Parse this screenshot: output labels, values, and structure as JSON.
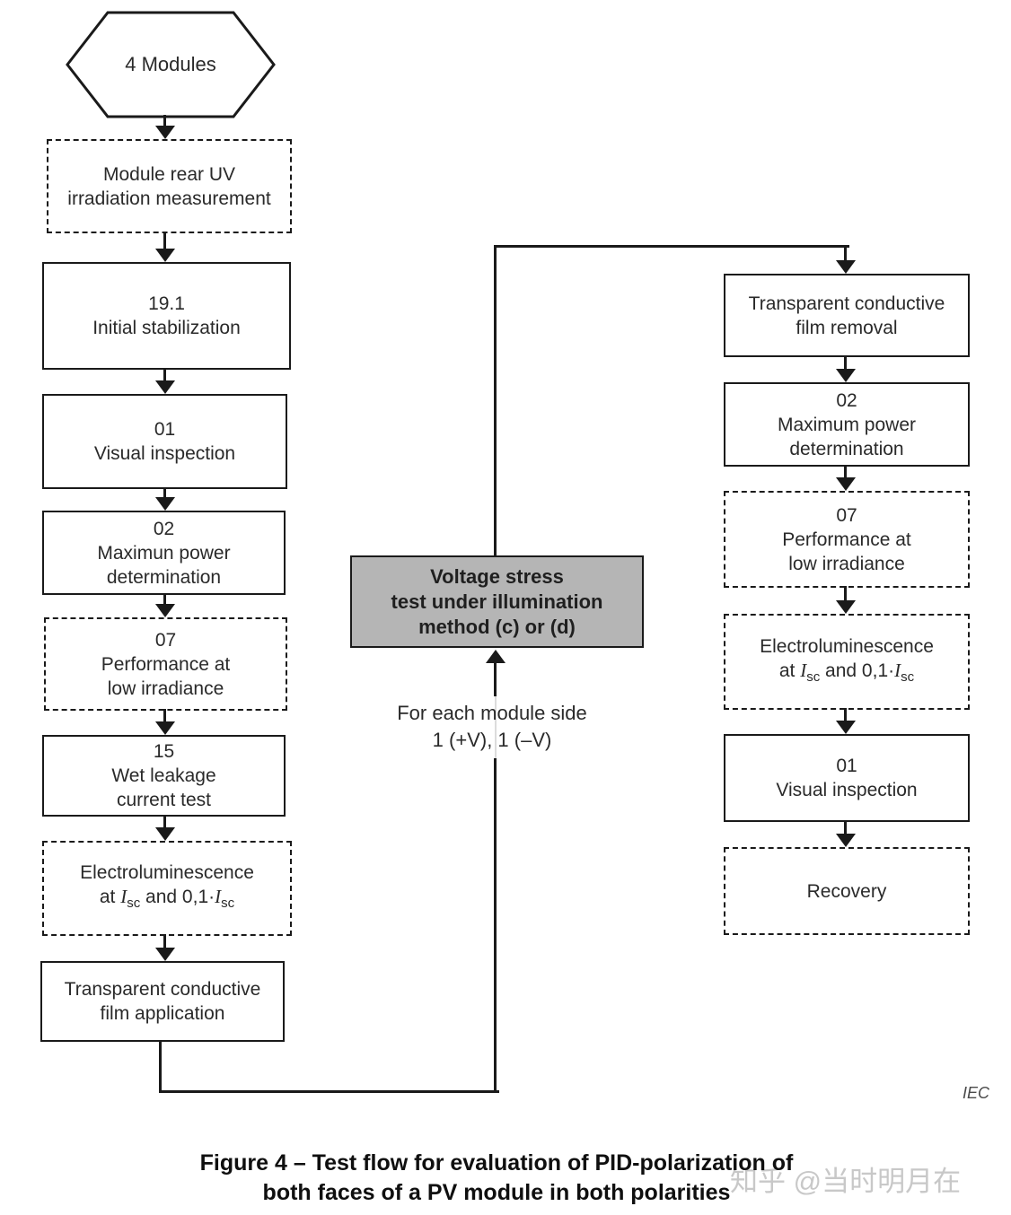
{
  "colors": {
    "line": "#1a1a1a",
    "gray_box_fill": "#b5b5b5",
    "watermark_gray": "#c8c8c8",
    "iec_gray": "#4a4a4a"
  },
  "flow": {
    "start_label": "4 Modules",
    "left": [
      {
        "name": "module-rear-uv-irradiation-measurement",
        "style": "dashed",
        "lines": [
          "Module rear UV",
          "irradiation measurement"
        ]
      },
      {
        "name": "initial-stabilization",
        "style": "solid",
        "lines": [
          "19.1",
          "Initial stabilization"
        ]
      },
      {
        "name": "visual-inspection-1",
        "style": "solid",
        "lines": [
          "01",
          "Visual inspection"
        ]
      },
      {
        "name": "maximum-power-determination-1",
        "style": "solid",
        "lines": [
          "02",
          "Maximun power",
          "determination"
        ]
      },
      {
        "name": "performance-at-low-irradiance-1",
        "style": "dashed",
        "lines": [
          "07",
          "Performance at",
          "low irradiance"
        ]
      },
      {
        "name": "wet-leakage-current-test",
        "style": "solid",
        "lines": [
          "15",
          "Wet leakage",
          "current test"
        ]
      },
      {
        "name": "electroluminescence-1",
        "style": "dashed",
        "line1": "Electroluminescence",
        "line2_parts": [
          "at ",
          "I",
          "sc",
          " and 0,1·",
          "I",
          "sc"
        ]
      },
      {
        "name": "transparent-conductive-film-application",
        "style": "solid",
        "lines": [
          "Transparent conductive",
          "film application"
        ]
      }
    ],
    "center": {
      "voltage_box_lines": [
        "Voltage stress",
        "test under illumination",
        "method (c) or (d)"
      ],
      "side_note_lines": [
        "For each module side",
        "1 (+V), 1 (–V)"
      ]
    },
    "right": [
      {
        "name": "transparent-conductive-film-removal",
        "style": "solid",
        "lines": [
          "Transparent conductive",
          "film removal"
        ]
      },
      {
        "name": "maximum-power-determination-2",
        "style": "solid",
        "lines": [
          "02",
          "Maximum power",
          "determination"
        ]
      },
      {
        "name": "performance-at-low-irradiance-2",
        "style": "dashed",
        "lines": [
          "07",
          "Performance at",
          "low irradiance"
        ]
      },
      {
        "name": "electroluminescence-2",
        "style": "dashed",
        "line1": "Electroluminescence",
        "line2_parts": [
          "at ",
          "I",
          "sc",
          " and 0,1·",
          "I",
          "sc"
        ]
      },
      {
        "name": "visual-inspection-2",
        "style": "solid",
        "lines": [
          "01",
          "Visual inspection"
        ]
      },
      {
        "name": "recovery",
        "style": "dashed",
        "lines": [
          "Recovery"
        ]
      }
    ]
  },
  "footer": {
    "iec_label": "IEC",
    "caption_lines": [
      "Figure 4 – Test flow for evaluation of PID-polarization of",
      "both faces of a PV module in both polarities"
    ],
    "watermark": "知乎 @当时明月在"
  }
}
